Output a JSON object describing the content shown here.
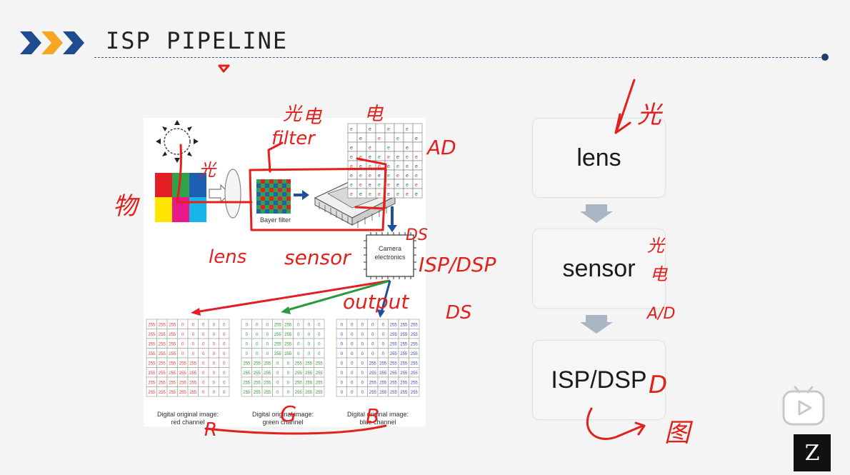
{
  "slide": {
    "title": "ISP PIPELINE",
    "accent_color": "#1f3f6d",
    "chevron_colors": [
      "#1f4b8f",
      "#f5a623",
      "#1f4b8f"
    ]
  },
  "figure": {
    "bayer_label": "Bayer filter",
    "camera_label_line1": "Camera",
    "camera_label_line2": "electronics",
    "channels": [
      {
        "caption_line1": "Digital original image:",
        "caption_line2": "red channel",
        "color": "#e23a3a",
        "rows": [
          [
            "255",
            "255",
            "255",
            "0",
            "0",
            "0",
            "0",
            "0"
          ],
          [
            "255",
            "255",
            "255",
            "0",
            "0",
            "0",
            "0",
            "0"
          ],
          [
            "255",
            "255",
            "255",
            "0",
            "0",
            "0",
            "0",
            "0"
          ],
          [
            "255",
            "255",
            "255",
            "0",
            "0",
            "0",
            "0",
            "0"
          ],
          [
            "255",
            "255",
            "255",
            "255",
            "255",
            "0",
            "0",
            "0"
          ],
          [
            "255",
            "255",
            "255",
            "255",
            "255",
            "0",
            "0",
            "0"
          ],
          [
            "255",
            "255",
            "255",
            "255",
            "255",
            "0",
            "0",
            "0"
          ],
          [
            "255",
            "255",
            "255",
            "255",
            "255",
            "0",
            "0",
            "0"
          ]
        ]
      },
      {
        "caption_line1": "Digital original image:",
        "caption_line2": "green channel",
        "color": "#2a9a3a",
        "rows": [
          [
            "0",
            "0",
            "0",
            "255",
            "255",
            "0",
            "0",
            "0"
          ],
          [
            "0",
            "0",
            "0",
            "255",
            "255",
            "0",
            "0",
            "0"
          ],
          [
            "0",
            "0",
            "0",
            "255",
            "255",
            "0",
            "0",
            "0"
          ],
          [
            "0",
            "0",
            "0",
            "255",
            "255",
            "0",
            "0",
            "0"
          ],
          [
            "255",
            "255",
            "255",
            "0",
            "0",
            "255",
            "255",
            "255"
          ],
          [
            "255",
            "255",
            "255",
            "0",
            "0",
            "255",
            "255",
            "255"
          ],
          [
            "255",
            "255",
            "255",
            "0",
            "0",
            "255",
            "255",
            "255"
          ],
          [
            "255",
            "255",
            "255",
            "0",
            "0",
            "255",
            "255",
            "255"
          ]
        ]
      },
      {
        "caption_line1": "Digital original image:",
        "caption_line2": "blue channel",
        "color": "#3a4bb8",
        "rows": [
          [
            "0",
            "0",
            "0",
            "0",
            "0",
            "255",
            "255",
            "255"
          ],
          [
            "0",
            "0",
            "0",
            "0",
            "0",
            "255",
            "255",
            "255"
          ],
          [
            "0",
            "0",
            "0",
            "0",
            "0",
            "255",
            "255",
            "255"
          ],
          [
            "0",
            "0",
            "0",
            "0",
            "0",
            "255",
            "255",
            "255"
          ],
          [
            "0",
            "0",
            "0",
            "255",
            "255",
            "255",
            "255",
            "255"
          ],
          [
            "0",
            "0",
            "0",
            "255",
            "255",
            "255",
            "255",
            "255"
          ],
          [
            "0",
            "0",
            "0",
            "255",
            "255",
            "255",
            "255",
            "255"
          ],
          [
            "0",
            "0",
            "0",
            "255",
            "255",
            "255",
            "255",
            "255"
          ]
        ]
      }
    ]
  },
  "flow": {
    "steps": [
      {
        "label": "lens"
      },
      {
        "label": "sensor"
      },
      {
        "label": "ISP/DSP"
      }
    ],
    "arrow_color": "#a9b6c4"
  },
  "annotations": {
    "color": "#e3201b",
    "filter": "filter",
    "ad": "AD",
    "lens": "lens",
    "sensor": "sensor",
    "ds_top": "DS",
    "isp_dsp": "ISP/DSP",
    "output": "output",
    "ds_bottom": "DS",
    "r": "R",
    "g": "G",
    "b": "B",
    "guang_top": "光",
    "guang_lens": "光",
    "guangdian_1": "光",
    "guangdian_2": "电",
    "dian_top": "电",
    "wu": "物",
    "guang_right": "光",
    "guang_sensor": "光",
    "dian_sensor": "电",
    "ad_sensor": "A/D",
    "tu": "图"
  },
  "corner": {
    "badge_letter": "Z",
    "player_icon": "tv-play-icon"
  }
}
